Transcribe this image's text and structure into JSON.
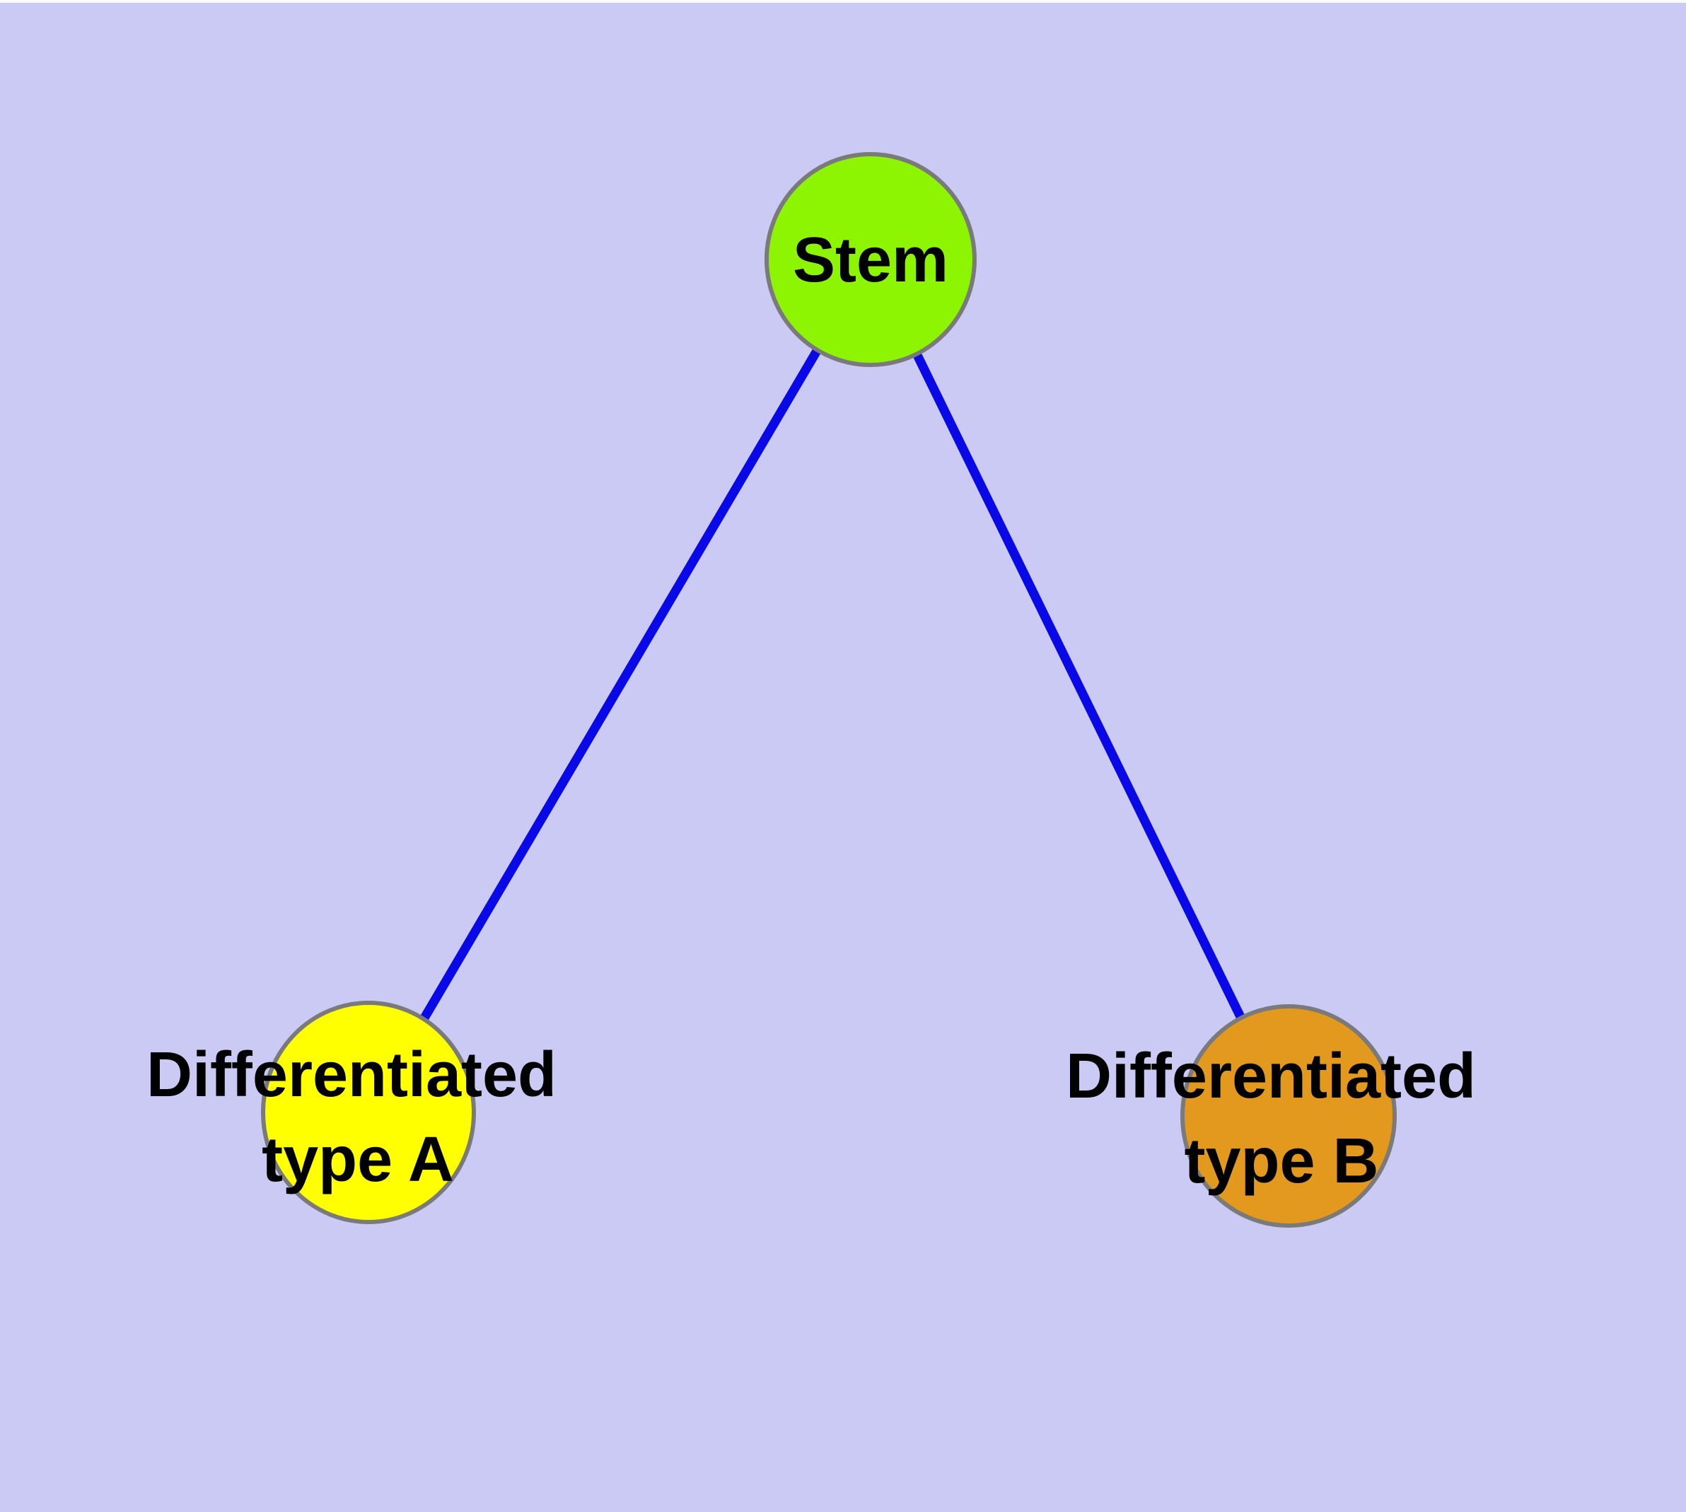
{
  "diagram": {
    "type": "graph",
    "background_color": "#cacaf4",
    "edge_color": "#0909e8",
    "node_border_color": "#7a7a7a",
    "label_color": "#000000",
    "nodes": [
      {
        "id": "stem",
        "label": "Stem",
        "fill_color": "#8df502"
      },
      {
        "id": "differentiated-type-a",
        "label": "Differentiated type A",
        "label_line1": "Differentiated",
        "label_line2": "type A",
        "fill_color": "#ffff00"
      },
      {
        "id": "differentiated-type-b",
        "label": "Differentiated type B",
        "label_line1": "Differentiated",
        "label_line2": "type B",
        "fill_color": "#e2991e"
      }
    ],
    "edges": [
      {
        "from": "stem",
        "to": "differentiated-type-a"
      },
      {
        "from": "stem",
        "to": "differentiated-type-b"
      }
    ]
  }
}
